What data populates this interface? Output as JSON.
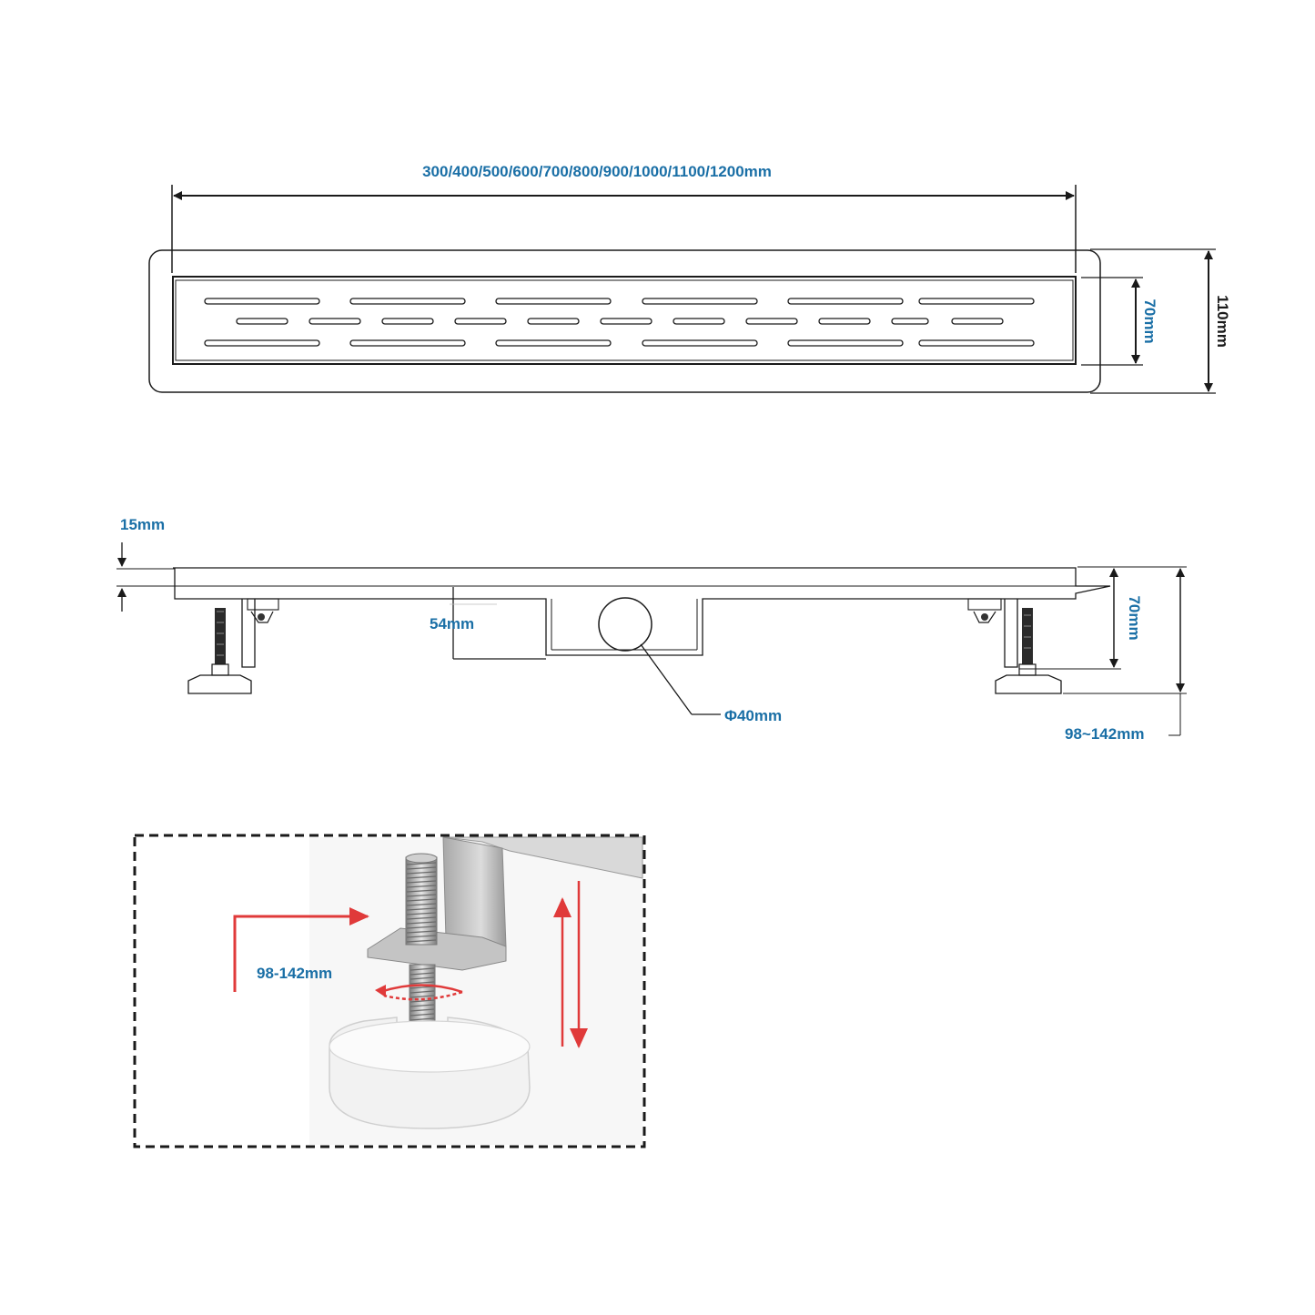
{
  "colors": {
    "label_blue": "#1a6fa6",
    "line": "#1a1a1a",
    "arrow_red": "#e03a3a",
    "photo_bg": "#f4f4f4"
  },
  "top_view": {
    "length_label": "300/400/500/600/700/800/900/1000/1100/1200mm",
    "grate_width_label": "70mm",
    "total_width_label": "110mm"
  },
  "side_view": {
    "flange_label": "15mm",
    "channel_depth_label": "54mm",
    "outlet_label": "Φ40mm",
    "body_height_label": "70mm",
    "adjustable_height_label": "98~142mm"
  },
  "detail": {
    "leg_range_label": "98-142mm",
    "rotate_icon": "rotate-arrow-icon",
    "updown_icon": "double-vertical-arrow-icon"
  }
}
